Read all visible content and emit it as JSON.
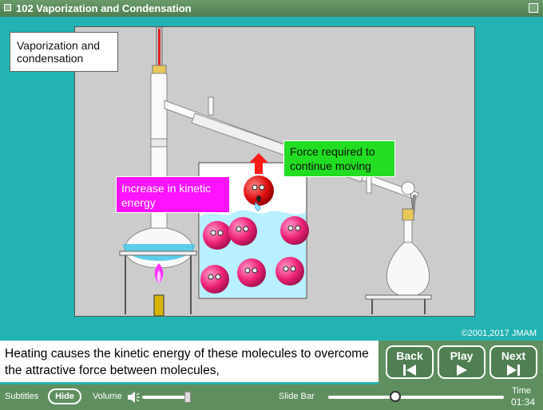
{
  "window": {
    "title": "102 Vaporization and Condensation"
  },
  "slide": {
    "label": "Vaporization and condensation",
    "callout_kinetic": "Increase in kinetic energy",
    "callout_force": "Force required to continue moving",
    "copyright": "©2001,2017 JMAM"
  },
  "subtitle": {
    "text": "Heating causes the kinetic energy of these molecules to overcome the attractive force between molecules,"
  },
  "controls": {
    "back_label": "Back",
    "play_label": "Play",
    "next_label": "Next"
  },
  "bottom_bar": {
    "subtitles_label": "Subtitles",
    "hide_label": "Hide",
    "volume_label": "Volume",
    "volume_level": 0.95,
    "slidebar_label": "Slide Bar",
    "slide_progress": 0.38,
    "time_label": "Time",
    "time_value": "01:34"
  },
  "colors": {
    "background": "#23b3b3",
    "bar": "#5f8f5f",
    "callout_kinetic": "#ff12ff",
    "callout_force": "#22dd22",
    "molecule": "#ee2277"
  }
}
